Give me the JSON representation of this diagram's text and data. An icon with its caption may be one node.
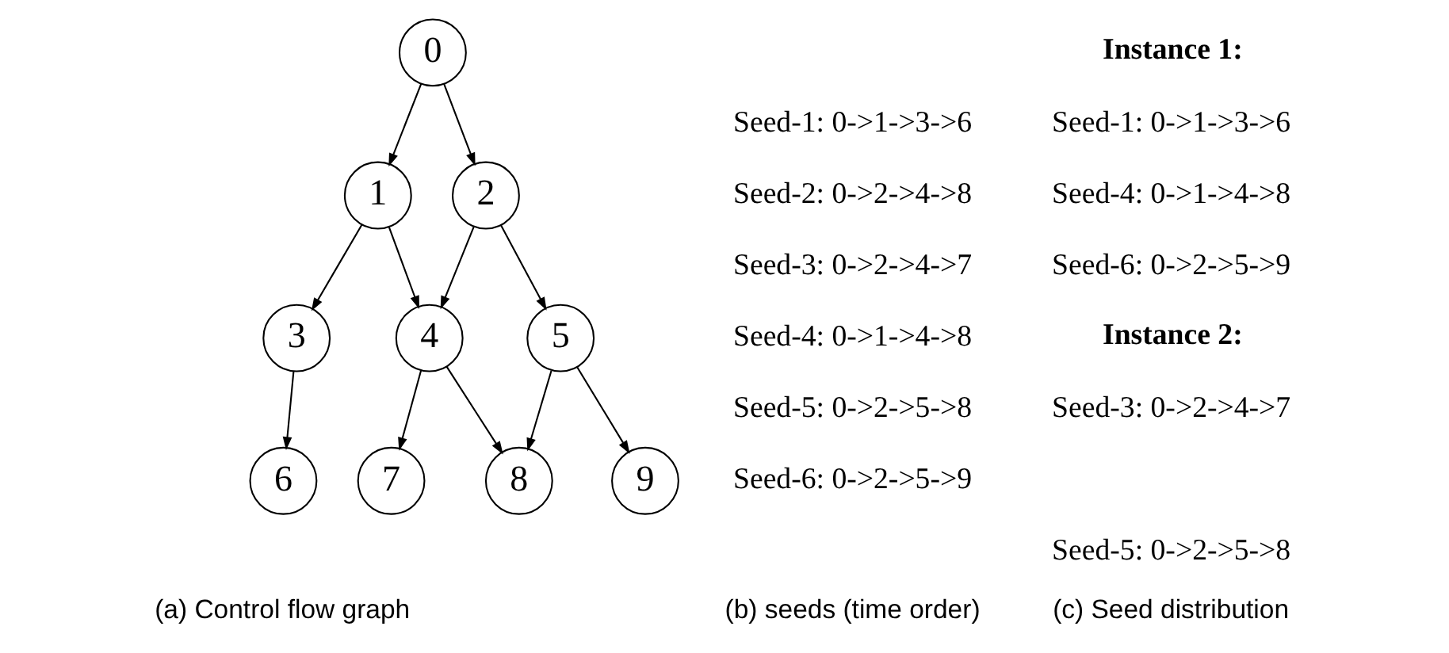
{
  "diagram": {
    "nodes": [
      {
        "text": [
          "0"
        ]
      },
      {
        "text": [
          "1"
        ]
      },
      {
        "text": [
          "2"
        ]
      },
      {
        "text": [
          "3"
        ]
      },
      {
        "text": [
          "4"
        ]
      },
      {
        "text": [
          "5"
        ]
      },
      {
        "text": [
          "6"
        ]
      },
      {
        "text": [
          "7"
        ]
      },
      {
        "text": [
          "8"
        ]
      },
      {
        "text": [
          "9"
        ]
      }
    ],
    "edges": [
      {
        "from": 0,
        "to": 1,
        "arrow": "to"
      },
      {
        "from": 0,
        "to": 2,
        "arrow": "to"
      },
      {
        "from": 1,
        "to": 3,
        "arrow": "to"
      },
      {
        "from": 1,
        "to": 4,
        "arrow": "to"
      },
      {
        "from": 2,
        "to": 4,
        "arrow": "to"
      },
      {
        "from": 2,
        "to": 5,
        "arrow": "to"
      },
      {
        "from": 3,
        "to": 6,
        "arrow": "to"
      },
      {
        "from": 4,
        "to": 7,
        "arrow": "to"
      },
      {
        "from": 4,
        "to": 8,
        "arrow": "to"
      },
      {
        "from": 5,
        "to": 8,
        "arrow": "to"
      },
      {
        "from": 5,
        "to": 9,
        "arrow": "to"
      }
    ],
    "labels": [
      "Seed-1: 0->1->3->6",
      "Seed-2: 0->2->4->8",
      "Seed-3: 0->2->4->7",
      "Seed-4: 0->1->4->8",
      "Seed-5: 0->2->5->8",
      "Seed-6: 0->2->5->9",
      "Instance 1:",
      "Seed-1: 0->1->3->6",
      "Seed-4: 0->1->4->8",
      "Seed-6: 0->2->5->9",
      "Instance 2:",
      "Seed-3: 0->2->4->7",
      "Seed-5: 0->2->5->8",
      "(a) Control flow graph",
      "(b) seeds (time order)",
      "(c) Seed distribution"
    ]
  }
}
